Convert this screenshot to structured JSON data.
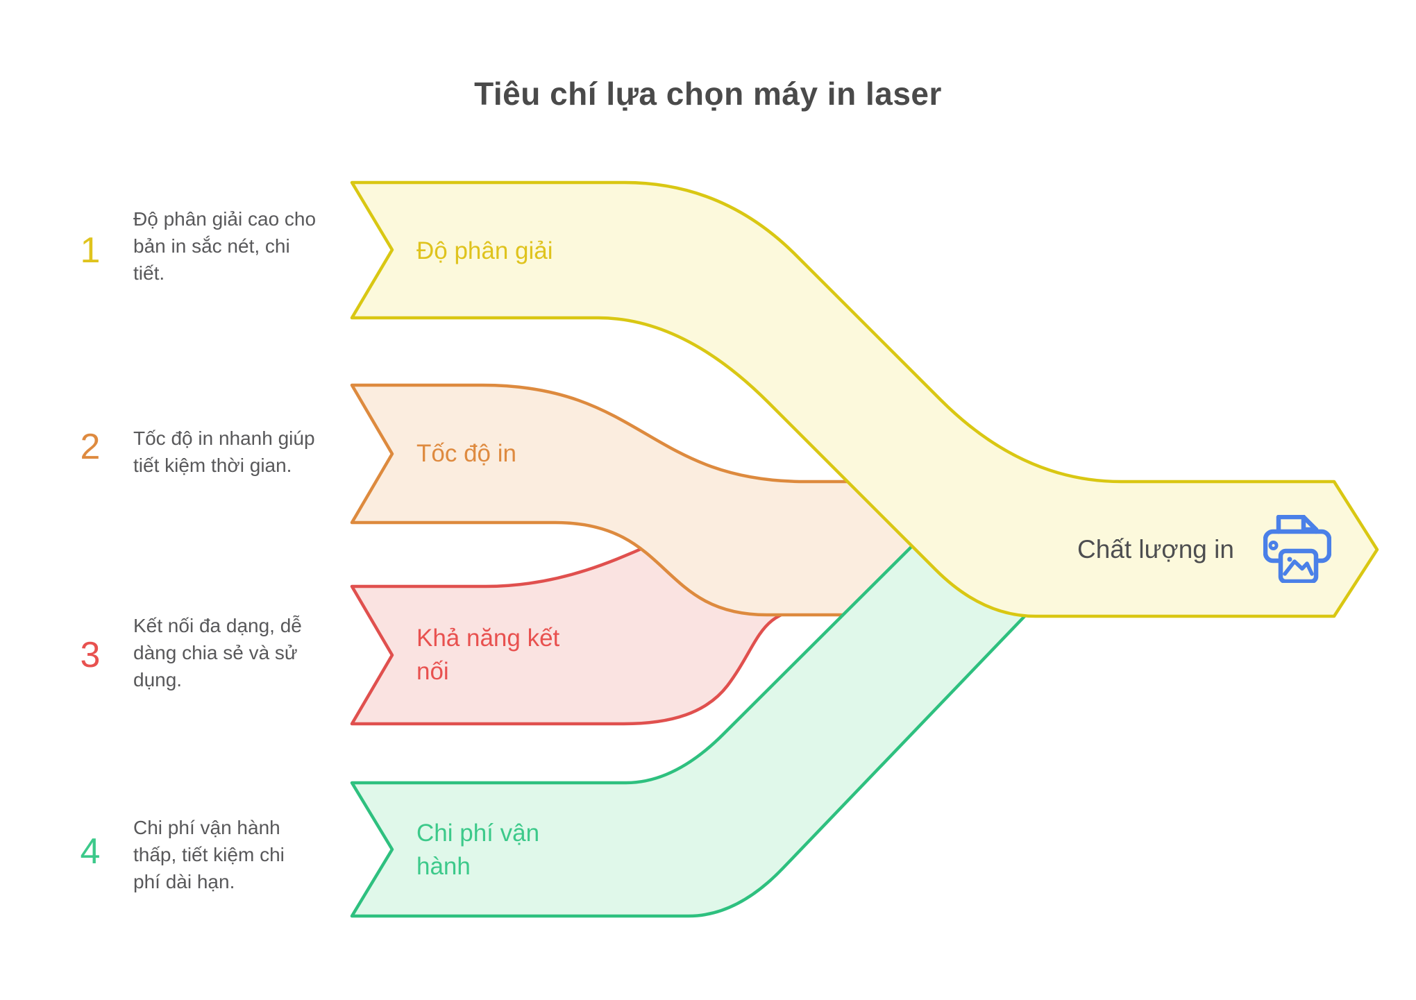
{
  "title": "Tiêu chí lựa chọn máy in laser",
  "colors": {
    "title": "#4A4A4A",
    "body_text": "#58585A",
    "result_text": "#4D4E50",
    "icon_blue": "#4A80E8",
    "background": "#FFFFFF"
  },
  "items": [
    {
      "number": "1",
      "desc": "Độ phân giải cao cho\nbản in sắc nét, chi\ntiết.",
      "label": "Độ phân giải",
      "color": "#DFC31D",
      "stroke": "#D9C713",
      "fill": "#FCF9DC"
    },
    {
      "number": "2",
      "desc": "Tốc độ in nhanh giúp\ntiết kiệm thời gian.",
      "label": "Tốc độ in",
      "color": "#DE8A3F",
      "stroke": "#DD8A3E",
      "fill": "#FBEDDF"
    },
    {
      "number": "3",
      "desc": "Kết nối đa dạng, dễ\ndàng chia sẻ và sử\ndụng.",
      "label": "Khả năng kết\nnối",
      "color": "#E8514F",
      "stroke": "#E0504E",
      "fill": "#FAE3E1"
    },
    {
      "number": "4",
      "desc": "Chi phí vận hành\nthấp, tiết kiệm chi\nphí dài hạn.",
      "label": "Chi phí vận\nhành",
      "color": "#3CC98A",
      "stroke": "#2EC07F",
      "fill": "#E0F8EA"
    }
  ],
  "result": {
    "label": "Chất lượng in",
    "icon": "printer-icon"
  }
}
